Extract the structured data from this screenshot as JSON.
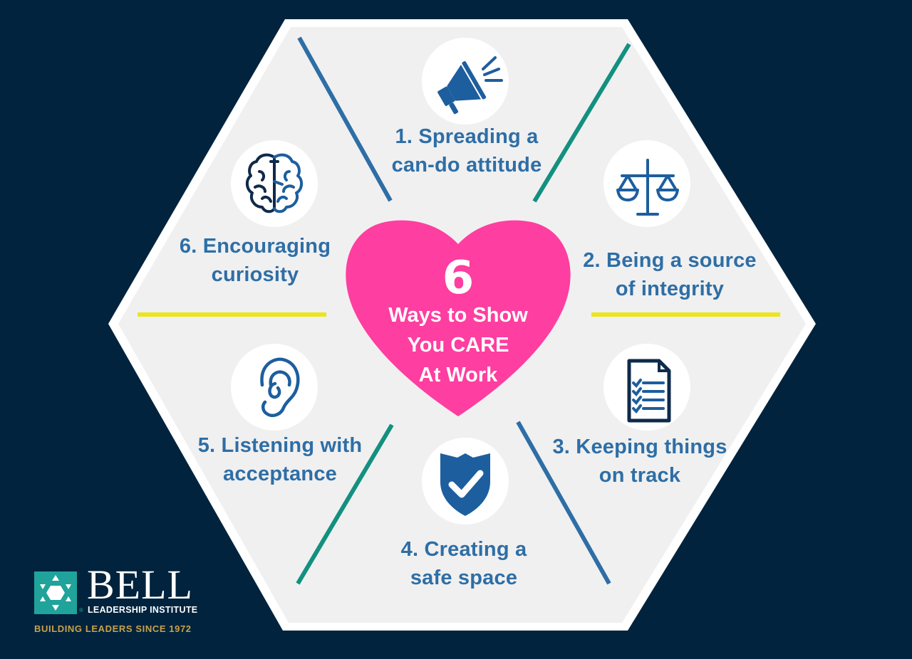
{
  "infographic": {
    "center": {
      "number": "6",
      "lines": [
        "Ways to Show",
        "You CARE",
        "At Work"
      ],
      "heart_color": "#fe3ea0"
    },
    "items": [
      {
        "index": 1,
        "line1": "1. Spreading a",
        "line2": "can-do attitude",
        "icon": "megaphone-icon"
      },
      {
        "index": 2,
        "line1": "2. Being a source",
        "line2": "of integrity",
        "icon": "scales-icon"
      },
      {
        "index": 3,
        "line1": "3. Keeping things",
        "line2": "on track",
        "icon": "checklist-icon"
      },
      {
        "index": 4,
        "line1": "4. Creating a",
        "line2": "safe space",
        "icon": "shield-check-icon"
      },
      {
        "index": 5,
        "line1": "5. Listening with",
        "line2": "acceptance",
        "icon": "ear-icon"
      },
      {
        "index": 6,
        "line1": "6. Encouraging",
        "line2": "curiosity",
        "icon": "brain-icon"
      }
    ],
    "colors": {
      "background": "#02233d",
      "hex_fill": "#f0f0f0",
      "hex_border": "#ffffff",
      "text_blue": "#2e6ea6",
      "icon_blue": "#1d5e9e",
      "icon_navy": "#0f2a4a",
      "divider_blue": "#2e6ea6",
      "divider_teal": "#13907f",
      "divider_yellow": "#ece51c"
    }
  },
  "logo": {
    "name": "BELL",
    "subtitle": "LEADERSHIP INSTITUTE",
    "registered": "®",
    "tagline": "BUILDING LEADERS SINCE 1972",
    "box_color": "#1fa39b",
    "tagline_color": "#c7a34a"
  }
}
